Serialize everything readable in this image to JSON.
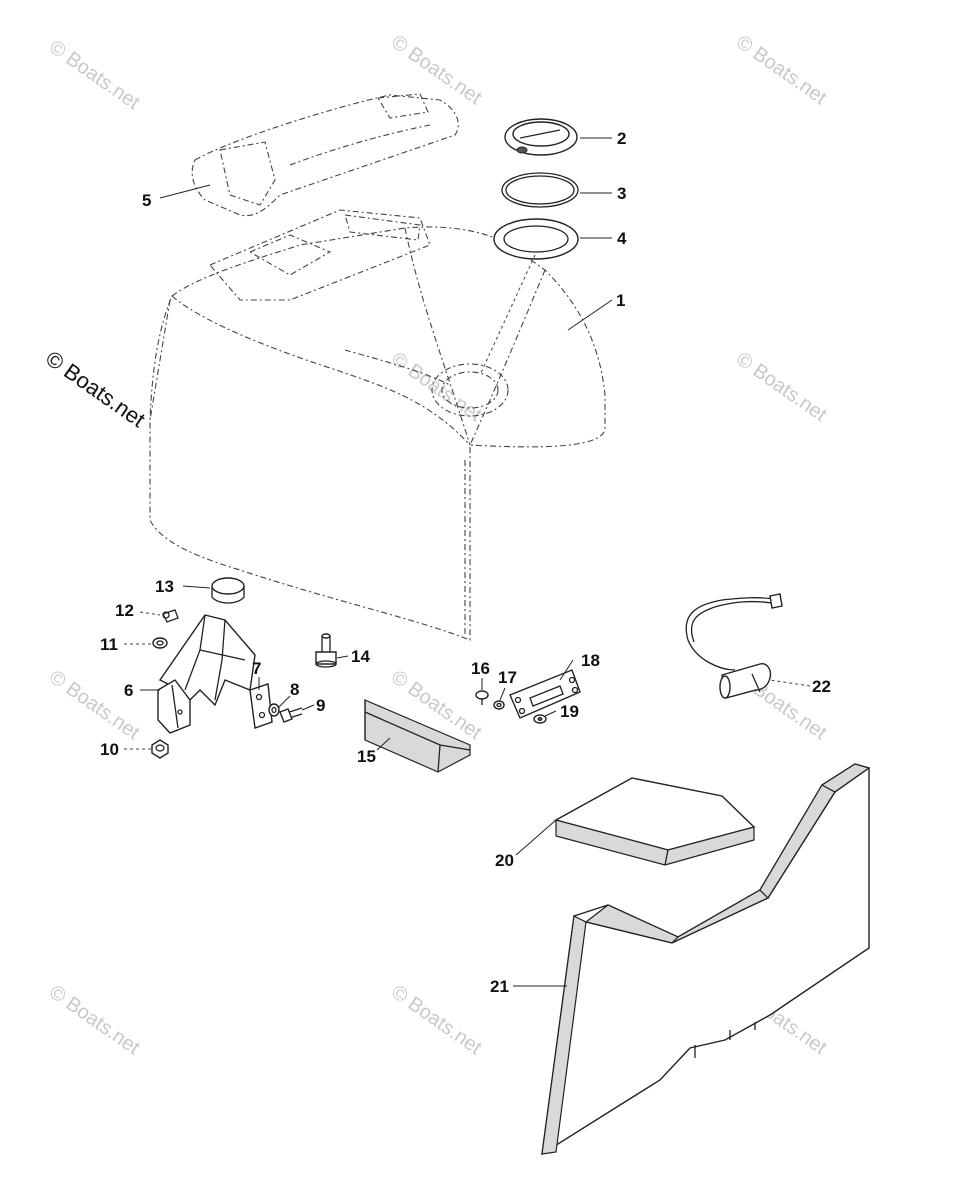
{
  "watermark": {
    "text": "© Boats.net",
    "prominent_text": "© Boats.net"
  },
  "callouts": [
    {
      "id": "1",
      "label": "1"
    },
    {
      "id": "2",
      "label": "2"
    },
    {
      "id": "3",
      "label": "3"
    },
    {
      "id": "4",
      "label": "4"
    },
    {
      "id": "5",
      "label": "5"
    },
    {
      "id": "6",
      "label": "6"
    },
    {
      "id": "7",
      "label": "7"
    },
    {
      "id": "8",
      "label": "8"
    },
    {
      "id": "9",
      "label": "9"
    },
    {
      "id": "10",
      "label": "10"
    },
    {
      "id": "11",
      "label": "11"
    },
    {
      "id": "12",
      "label": "12"
    },
    {
      "id": "13",
      "label": "13"
    },
    {
      "id": "14",
      "label": "14"
    },
    {
      "id": "15",
      "label": "15"
    },
    {
      "id": "16",
      "label": "16"
    },
    {
      "id": "17",
      "label": "17"
    },
    {
      "id": "18",
      "label": "18"
    },
    {
      "id": "19",
      "label": "19"
    },
    {
      "id": "20",
      "label": "20"
    },
    {
      "id": "21",
      "label": "21"
    },
    {
      "id": "22",
      "label": "22"
    }
  ]
}
